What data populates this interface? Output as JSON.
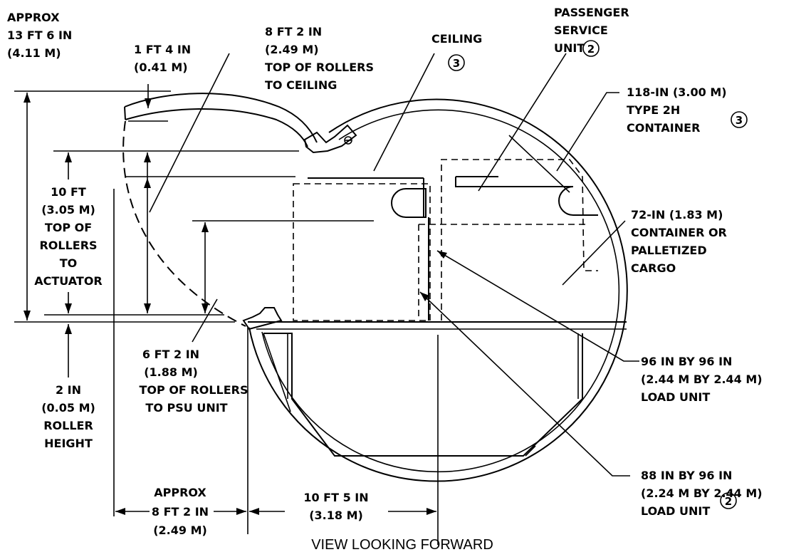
{
  "labels": {
    "approx_height": [
      "APPROX",
      "13 FT 6 IN",
      "(4.11 M)"
    ],
    "door_thickness": [
      "1 FT 4 IN",
      "(0.41 M)"
    ],
    "rollers_to_ceiling": [
      "8 FT 2 IN",
      "(2.49 M)",
      "TOP OF ROLLERS",
      "TO CEILING"
    ],
    "ceiling": "CEILING",
    "psu": [
      "PASSENGER",
      "SERVICE",
      "UNIT"
    ],
    "type2h": [
      "118-IN (3.00 M)",
      "TYPE 2H",
      "CONTAINER"
    ],
    "rollers_to_actuator": [
      "10 FT",
      "(3.05 M)",
      "TOP OF",
      "ROLLERS",
      "TO",
      "ACTUATOR"
    ],
    "container72": [
      "72-IN (1.83 M)",
      "CONTAINER OR",
      "PALLETIZED",
      "CARGO"
    ],
    "rollers_to_psu": [
      "6 FT 2 IN",
      "(1.88 M)",
      "TOP OF ROLLERS",
      "TO PSU UNIT"
    ],
    "roller_height": [
      "2 IN",
      "(0.05 M)",
      "ROLLER",
      "HEIGHT"
    ],
    "load96": [
      "96 IN BY 96 IN",
      "(2.44 M BY 2.44 M)",
      "LOAD UNIT"
    ],
    "load88": [
      "88 IN BY 96 IN",
      "(2.24 M BY 2.44 M)",
      "LOAD UNIT"
    ],
    "door_width": [
      "APPROX",
      "8 FT 2 IN",
      "(2.49 M)"
    ],
    "half_width": [
      "10 FT 5 IN",
      "(3.18 M)"
    ],
    "caption": "VIEW LOOKING FORWARD"
  },
  "callouts": {
    "two": "2",
    "three": "3"
  }
}
